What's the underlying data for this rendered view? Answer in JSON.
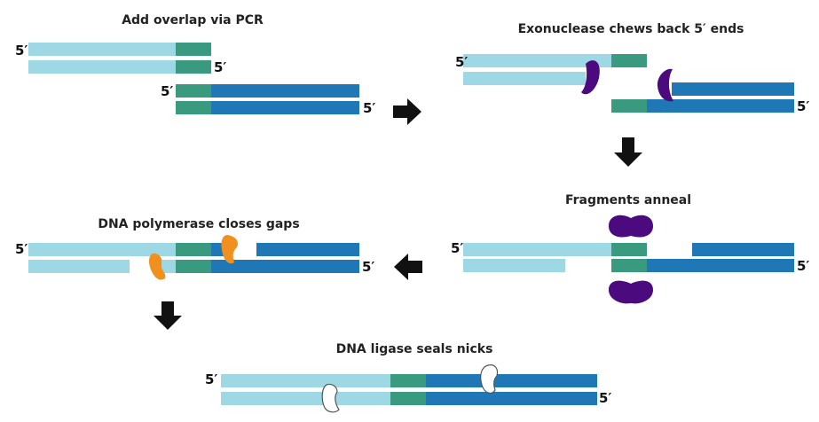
{
  "colors": {
    "light_blue": "#9dd8e4",
    "teal": "#3a9a80",
    "dark_blue": "#1f77b5",
    "exonuclease": "#4b0b7f",
    "polymerase": "#f0901e",
    "ligase_fill": "#ffffff",
    "ligase_stroke": "#555555",
    "arrow": "#111111",
    "text": "#222222"
  },
  "strand_end_label": "5′",
  "steps": [
    {
      "id": "pcr",
      "title": "Add overlap via PCR"
    },
    {
      "id": "exonuclease",
      "title": "Exonuclease chews back 5′ ends"
    },
    {
      "id": "anneal",
      "title": "Fragments anneal"
    },
    {
      "id": "polymerase",
      "title": "DNA polymerase closes gaps"
    },
    {
      "id": "ligase",
      "title": "DNA ligase seals nicks"
    }
  ],
  "enzymes": [
    {
      "id": "exonuclease",
      "icon": "exonuclease-icon"
    },
    {
      "id": "polymerase",
      "icon": "polymerase-icon"
    },
    {
      "id": "ligase",
      "icon": "ligase-icon"
    }
  ],
  "flow_arrows": [
    {
      "from": "pcr",
      "to": "exonuclease",
      "direction": "right"
    },
    {
      "from": "exonuclease",
      "to": "anneal",
      "direction": "down"
    },
    {
      "from": "anneal",
      "to": "polymerase",
      "direction": "left"
    },
    {
      "from": "polymerase",
      "to": "ligase",
      "direction": "down"
    }
  ]
}
